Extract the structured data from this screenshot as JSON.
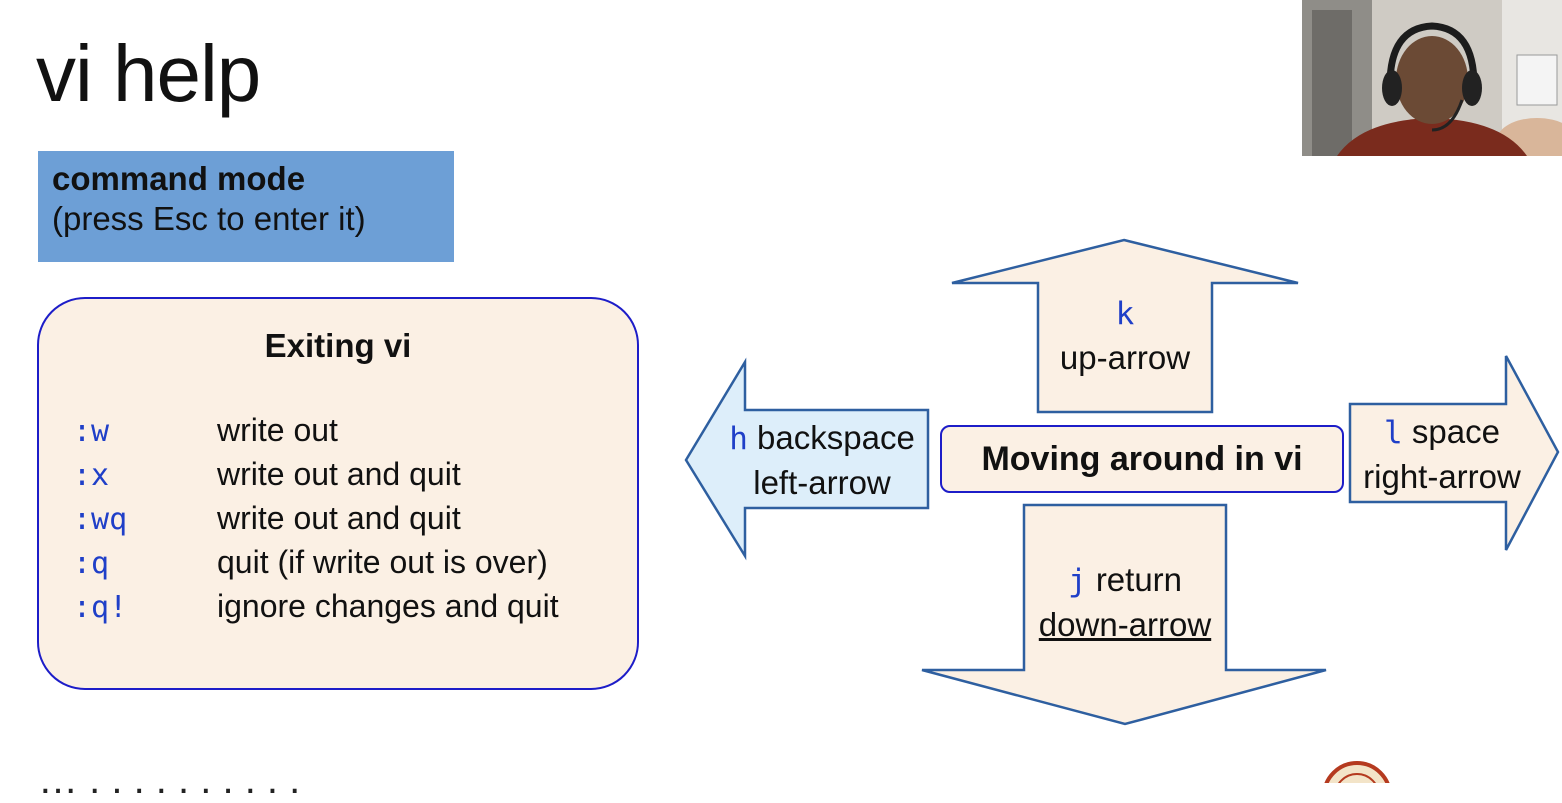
{
  "slide": {
    "title": "vi help",
    "command_mode": {
      "heading": "command mode",
      "subtitle": "(press Esc to enter it)"
    },
    "exiting": {
      "title": "Exiting vi",
      "commands": [
        {
          "cmd": ":w",
          "desc": "write out"
        },
        {
          "cmd": ":x",
          "desc": "write out and quit"
        },
        {
          "cmd": ":wq",
          "desc": "write out and quit"
        },
        {
          "cmd": ":q",
          "desc": "quit (if write out is over)"
        },
        {
          "cmd": ":q!",
          "desc": "ignore changes and quit"
        }
      ]
    },
    "moving": {
      "center": "Moving around in vi",
      "up": {
        "key": "k",
        "text": "up-arrow"
      },
      "left": {
        "key": "h",
        "text1": "backspace",
        "text2": "left-arrow"
      },
      "right": {
        "key": "l",
        "text1": "space",
        "text2": "right-arrow"
      },
      "down": {
        "key": "j",
        "text1": "return",
        "text2": "down-arrow"
      }
    },
    "footer_fragment": "… . . . . . . . . . .",
    "colors": {
      "mode_box": "#6d9fd6",
      "panel_fill": "#fbf0e4",
      "panel_border": "#1d1dc8",
      "arrow_blue_fill": "#ddeefa",
      "arrow_border": "#2e5fa0",
      "code_text": "#1f3fc8"
    }
  }
}
